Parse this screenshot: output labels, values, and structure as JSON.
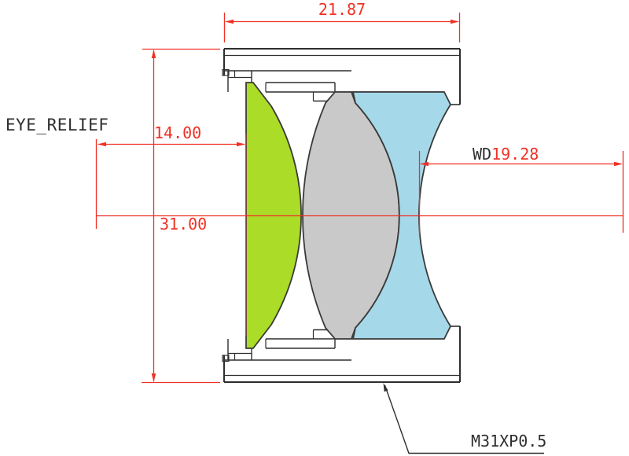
{
  "labels": {
    "width_dim": "21.87",
    "eye_relief_label": "EYE_RELIEF",
    "eye_relief_dim": "14.00",
    "height_dim": "31.00",
    "wd_label": "WD",
    "wd_dim": "19.28",
    "thread_callout": "M31XP0.5"
  },
  "colors": {
    "red": "#ef3125",
    "green": "#abdc28",
    "gray": "#c9c9c9",
    "blue": "#a5d8e8",
    "line": "#2e2e2e",
    "bg": "#ffffff"
  }
}
